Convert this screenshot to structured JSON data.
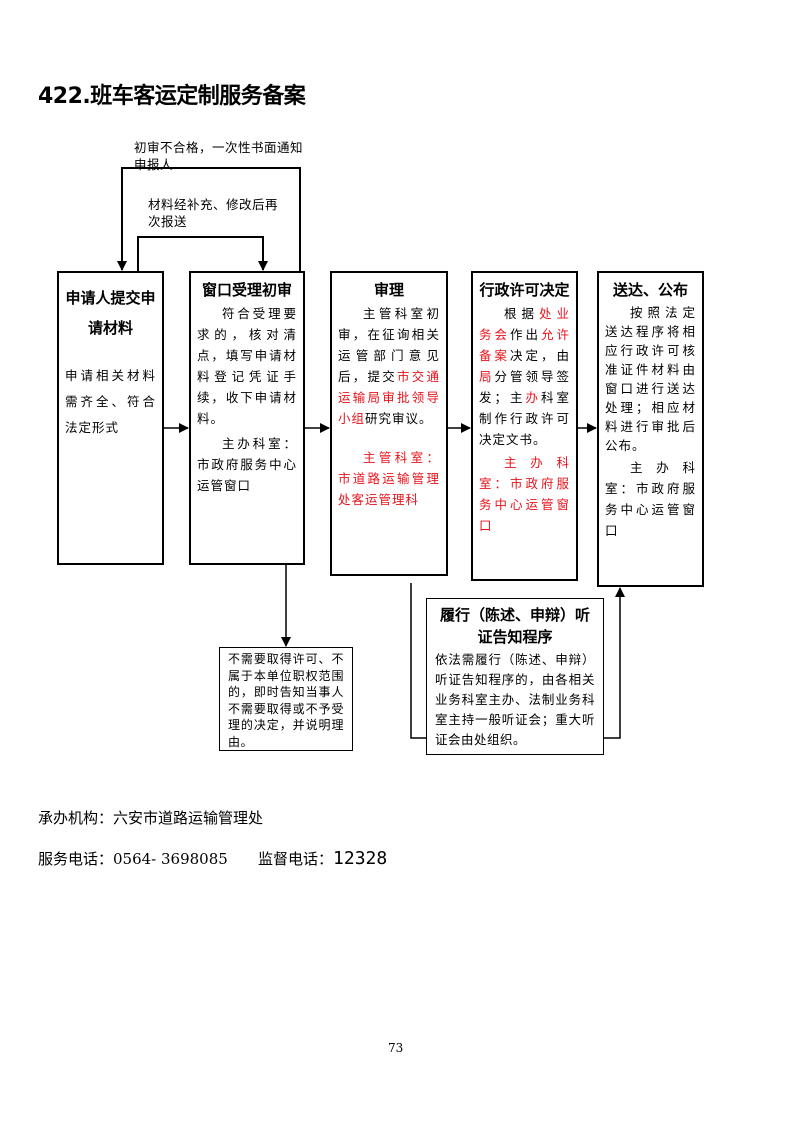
{
  "title": "422.班车客运定制服务备案",
  "notes": {
    "reject": "初审不合格，一次性书面通知申报人",
    "resubmit": "材料经补充、修改后再次报送"
  },
  "boxes": {
    "submit": {
      "title": "申请人提交申请材料",
      "body": [
        {
          "t": "申请相关材料需齐全、符合法定形式"
        }
      ]
    },
    "window": {
      "title": "窗口受理初审",
      "body": [
        {
          "t": "符合受理要求的，核对清点，填写申请材料登记凭证手续，收下申请材料。"
        }
      ],
      "body2": [
        {
          "t": "主办科室：市政府服务中心运管窗口"
        }
      ]
    },
    "review": {
      "title": "审理",
      "body": [
        {
          "t": "主管科室初审，在征询相关运管部门意见后，提交"
        },
        {
          "t": "市交通运输局审批领导小组",
          "red": true
        },
        {
          "t": "研究审议。"
        }
      ],
      "body2": [
        {
          "t": "主管科室：市道路运输管理处客运管理科",
          "red": true
        }
      ]
    },
    "decision": {
      "title": "行政许可决定",
      "body": [
        {
          "t": "根据"
        },
        {
          "t": "处业务会",
          "red": true
        },
        {
          "t": "作出"
        },
        {
          "t": "允许备案",
          "red": true
        },
        {
          "t": "决定，由"
        },
        {
          "t": "局",
          "red": true
        },
        {
          "t": "分管领导签发；主"
        },
        {
          "t": "办",
          "red": true
        },
        {
          "t": "科室制作行政许可决定文书。"
        }
      ],
      "body2": [
        {
          "t": "主办科室：市政府服务中心运管窗口",
          "red": true
        }
      ]
    },
    "deliver": {
      "title": "送达、公布",
      "body": [
        {
          "t": "按照法定送达程序将相应行政许可核准证件材料由窗口进行送达处理；相应材料进行审批后公布。"
        }
      ],
      "body2": [
        {
          "t": "主办科室：市政府服务中心运管窗口"
        }
      ]
    },
    "notneeded": {
      "body": [
        {
          "t": "不需要取得许可、不属于本单位职权范围的，即时告知当事人不需要取得或不予受理的决定，并说明理由。"
        }
      ]
    },
    "hearing": {
      "title": "履行（陈述、申辩）听证告知程序",
      "body": [
        {
          "t": "依法需履行（陈述、申辩）听证告知程序的，由各相关业务科室主办、法制业务科室主持一般听证会；重大听证会由处组织。"
        }
      ]
    }
  },
  "footer": {
    "agency": "承办机构：六安市道路运输管理处",
    "service_phone": "服务电话：0564- 3698085",
    "supervise_label": "监督电话：",
    "supervise_number": "12328"
  },
  "page_number": "73"
}
